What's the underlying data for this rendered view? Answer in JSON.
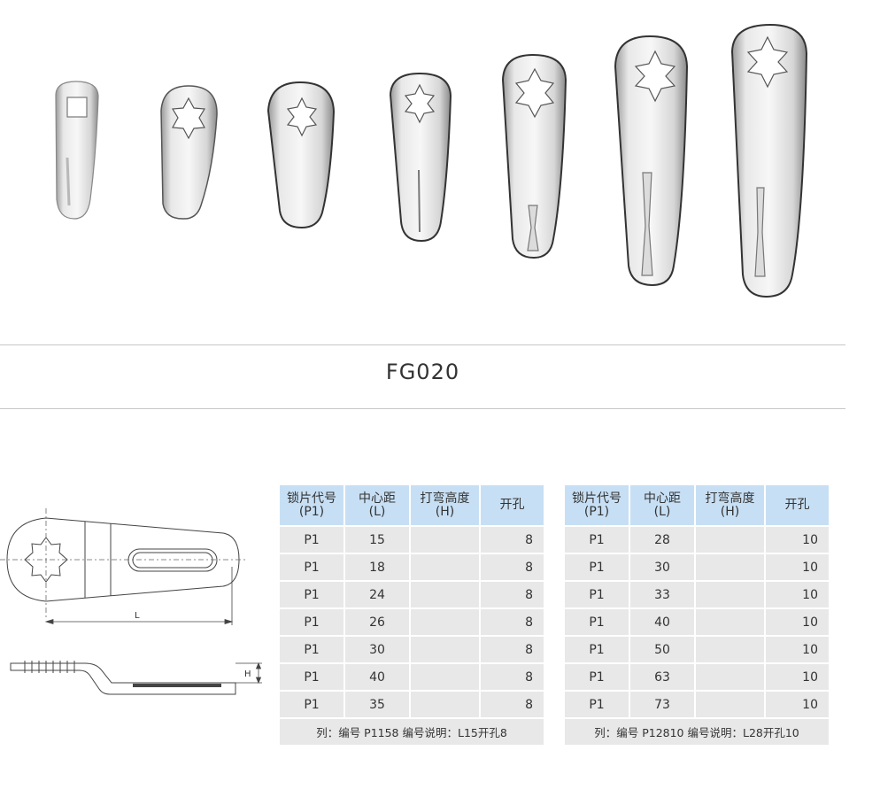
{
  "title": "FG020",
  "headers": [
    {
      "line1": "锁片代号",
      "line2": "(P1)"
    },
    {
      "line1": "中心距",
      "line2": "(L)"
    },
    {
      "line1": "打弯高度",
      "line2": "(H)"
    },
    {
      "line1": "开孔",
      "line2": ""
    }
  ],
  "table_left": {
    "rows": [
      {
        "code": "P1",
        "l": "15",
        "h": "",
        "hole": "8"
      },
      {
        "code": "P1",
        "l": "18",
        "h": "",
        "hole": "8"
      },
      {
        "code": "P1",
        "l": "24",
        "h": "",
        "hole": "8"
      },
      {
        "code": "P1",
        "l": "26",
        "h": "",
        "hole": "8"
      },
      {
        "code": "P1",
        "l": "30",
        "h": "",
        "hole": "8"
      },
      {
        "code": "P1",
        "l": "40",
        "h": "",
        "hole": "8"
      },
      {
        "code": "P1",
        "l": "35",
        "h": "",
        "hole": "8"
      }
    ],
    "note": "列：编号 P1158 编号说明：L15开孔8"
  },
  "table_right": {
    "rows": [
      {
        "code": "P1",
        "l": "28",
        "h": "",
        "hole": "10"
      },
      {
        "code": "P1",
        "l": "30",
        "h": "",
        "hole": "10"
      },
      {
        "code": "P1",
        "l": "33",
        "h": "",
        "hole": "10"
      },
      {
        "code": "P1",
        "l": "40",
        "h": "",
        "hole": "10"
      },
      {
        "code": "P1",
        "l": "50",
        "h": "",
        "hole": "10"
      },
      {
        "code": "P1",
        "l": "63",
        "h": "",
        "hole": "10"
      },
      {
        "code": "P1",
        "l": "73",
        "h": "",
        "hole": "10"
      }
    ],
    "note": "列：编号 P12810 编号说明：L28开孔10"
  },
  "drawing": {
    "dim_length": "L",
    "dim_height": "H"
  }
}
